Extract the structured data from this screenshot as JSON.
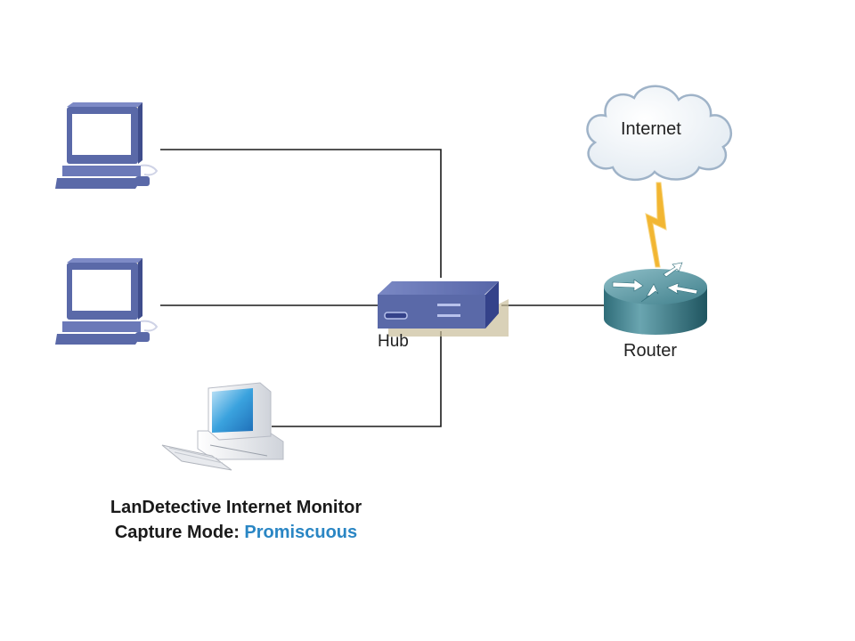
{
  "diagram": {
    "nodes": {
      "workstation_1": {
        "type": "workstation",
        "icon": "workstation-icon"
      },
      "workstation_2": {
        "type": "workstation",
        "icon": "workstation-icon"
      },
      "monitor_pc": {
        "type": "pc",
        "icon": "desktop-pc-icon"
      },
      "hub": {
        "type": "hub",
        "icon": "hub-icon",
        "label": "Hub"
      },
      "router": {
        "type": "router",
        "icon": "router-icon",
        "label": "Router"
      },
      "internet": {
        "type": "cloud",
        "icon": "cloud-icon",
        "label": "Internet"
      }
    },
    "links": [
      {
        "from": "workstation_1",
        "to": "hub",
        "style": "line"
      },
      {
        "from": "workstation_2",
        "to": "hub",
        "style": "line"
      },
      {
        "from": "monitor_pc",
        "to": "hub",
        "style": "line"
      },
      {
        "from": "hub",
        "to": "router",
        "style": "line"
      },
      {
        "from": "router",
        "to": "internet",
        "style": "lightning"
      }
    ],
    "colors": {
      "device_blue": "#5a69a8",
      "router_teal": "#3d7d8a",
      "lightning": "#f2b632",
      "cloud_outline": "#9fb3c8",
      "mode_value": "#2a86c4"
    }
  },
  "caption": {
    "line1": "LanDetective Internet Monitor",
    "mode_label": "Capture Mode: ",
    "mode_value": "Promiscuous"
  }
}
